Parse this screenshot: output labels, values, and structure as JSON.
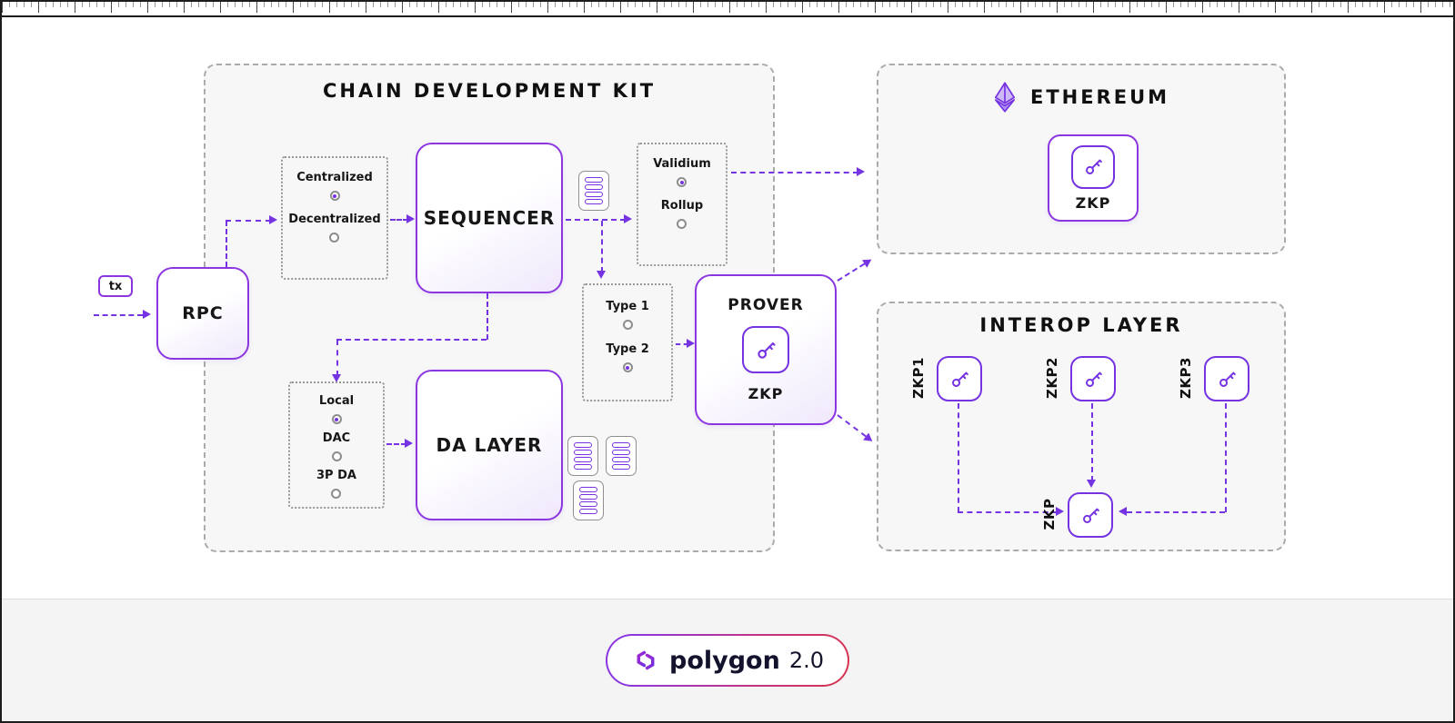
{
  "diagram": {
    "tx_label": "tx",
    "rpc_label": "RPC",
    "cdk_title": "CHAIN DEVELOPMENT KIT",
    "sequencer_label": "SEQUENCER",
    "da_layer_label": "DA LAYER",
    "prover_title": "PROVER",
    "prover_zkp": "ZKP",
    "sequencer_mode": {
      "options": [
        {
          "label": "Centralized",
          "selected": true
        },
        {
          "label": "Decentralized",
          "selected": false
        }
      ]
    },
    "settlement_mode": {
      "options": [
        {
          "label": "Validium",
          "selected": true
        },
        {
          "label": "Rollup",
          "selected": false
        }
      ]
    },
    "prover_type": {
      "options": [
        {
          "label": "Type 1",
          "selected": false
        },
        {
          "label": "Type 2",
          "selected": true
        }
      ]
    },
    "da_mode": {
      "options": [
        {
          "label": "Local",
          "selected": true
        },
        {
          "label": "DAC",
          "selected": false
        },
        {
          "label": "3P DA",
          "selected": false
        }
      ]
    },
    "ethereum_title": "ETHEREUM",
    "ethereum_zkp": "ZKP",
    "interop_title": "INTEROP LAYER",
    "interop_nodes": [
      "ZKP1",
      "ZKP2",
      "ZKP3"
    ],
    "interop_aggregate": "ZKP"
  },
  "footer": {
    "brand": "polygon",
    "version": "2.0"
  },
  "icons": {
    "key": "key-icon",
    "ethereum": "ethereum-icon",
    "polygon": "polygon-icon",
    "batch": "batch-icon"
  },
  "colors": {
    "accent": "#7533e2",
    "node_border": "#8b36e0",
    "container_bg": "#f7f7f8",
    "footer_bg": "#f4f4f5"
  }
}
